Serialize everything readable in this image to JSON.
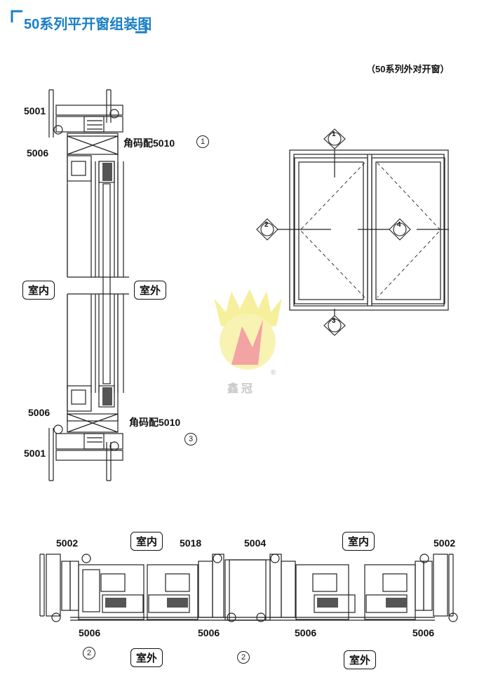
{
  "title": "50系列平开窗组装图",
  "subtitle": "（50系列外对开窗）",
  "colors": {
    "title": "#1a7fc4",
    "line": "#222222",
    "watermark_yellow": "#f4ea7c",
    "watermark_red": "#f08585"
  },
  "section_view": {
    "top_frame": "5001",
    "top_sash": "5006",
    "top_corner": "角码配5010",
    "top_marker": "1",
    "indoor": "室内",
    "outdoor": "室外",
    "bottom_sash": "5006",
    "bottom_corner": "角码配5010",
    "bottom_frame": "5001",
    "bottom_marker": "3"
  },
  "elevation": {
    "markers": [
      "1",
      "2",
      "3",
      "4"
    ],
    "marker_dash": "—"
  },
  "watermark": {
    "text": "鑫冠",
    "reg": "®"
  },
  "bottom_section": {
    "left_frame": "5002",
    "indoor_left": "室内",
    "mullion_left": "5018",
    "mullion_center": "5004",
    "indoor_right": "室内",
    "right_frame": "5002",
    "sash_labels": [
      "5006",
      "5006",
      "5006",
      "5006"
    ],
    "marker_left": "2",
    "outdoor_left": "室外",
    "marker_center": "2",
    "outdoor_right": "室外"
  }
}
